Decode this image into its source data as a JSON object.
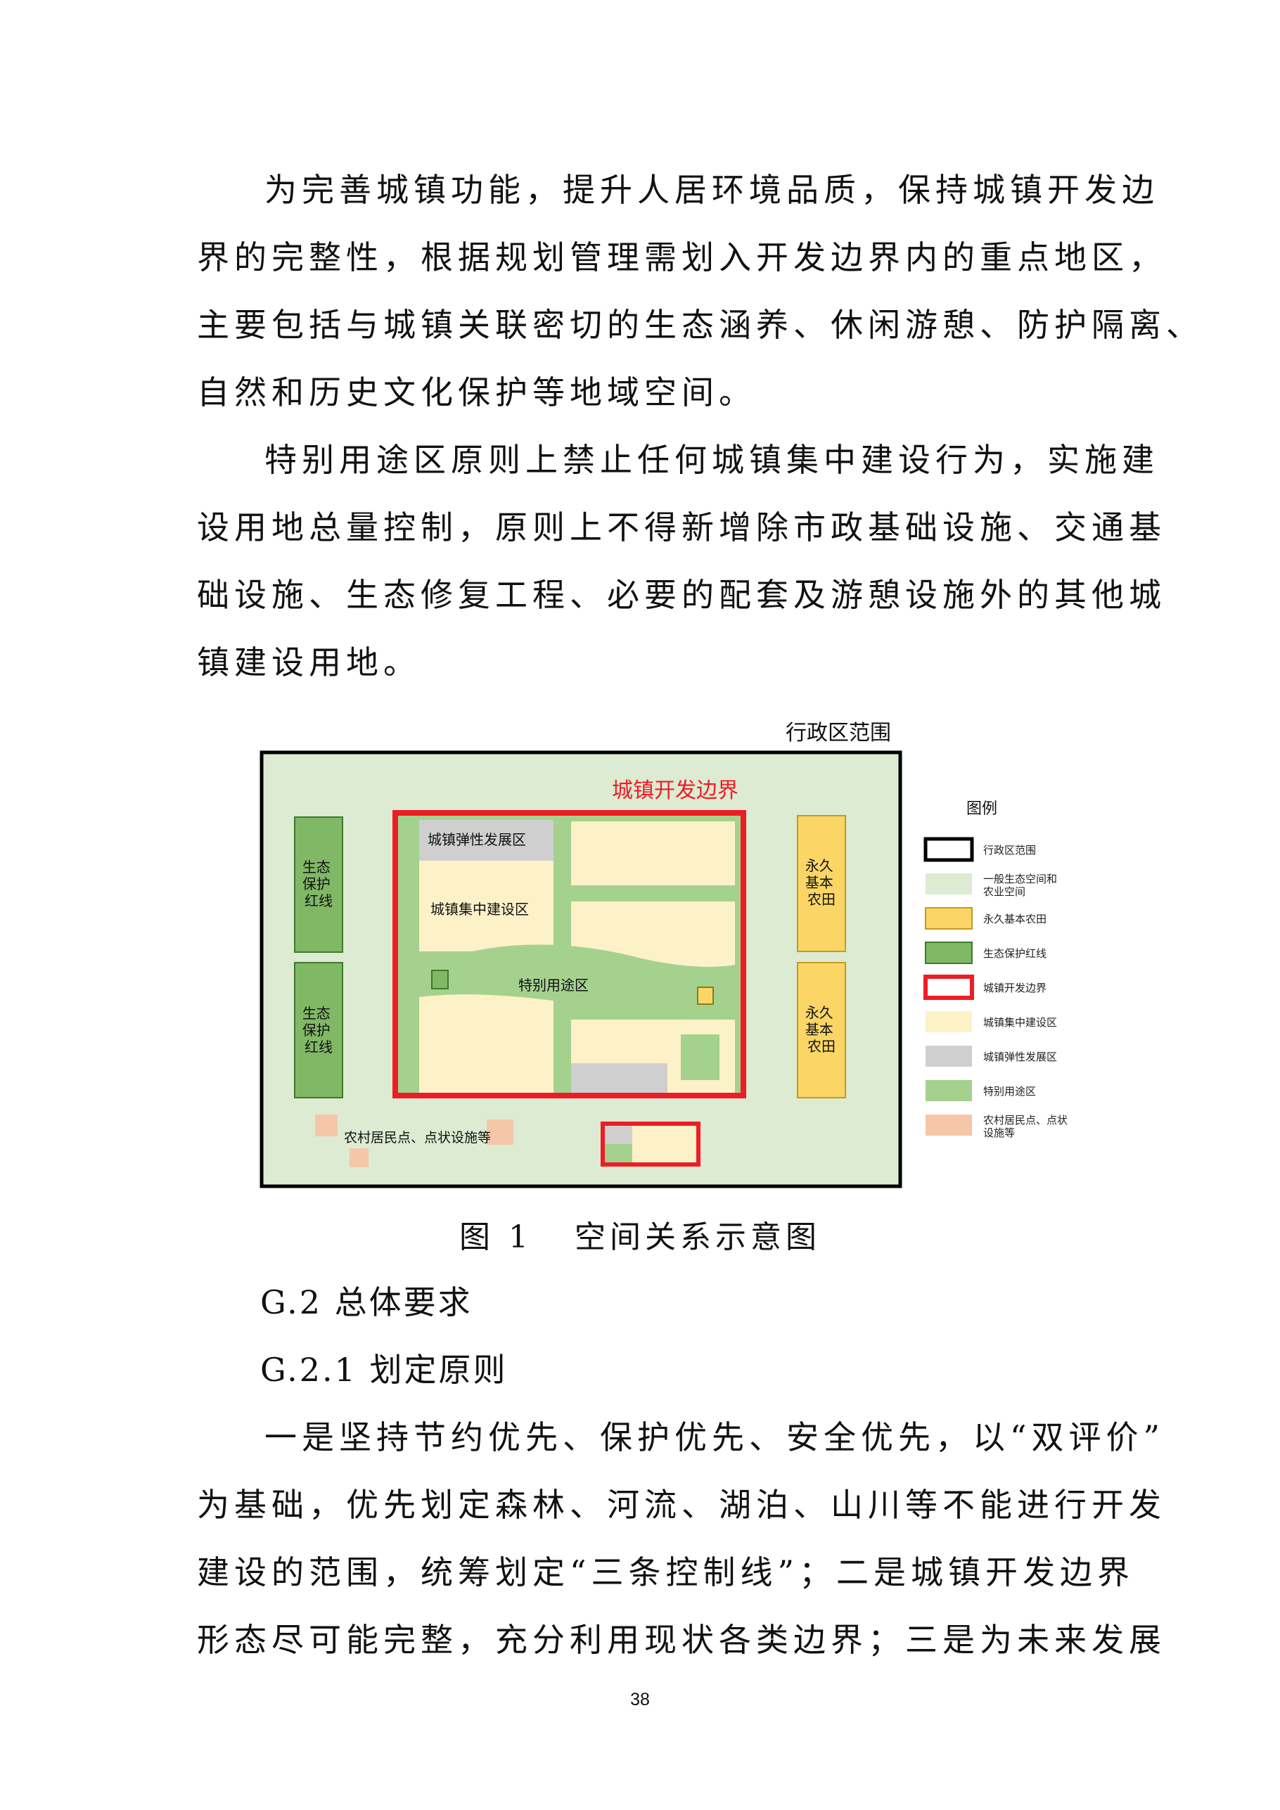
{
  "intro_paragraph": {
    "lines": [
      "为完善城镇功能，提升人居环境品质，保持城镇开发边",
      "界的完整性，根据规划管理需划入开发边界内的重点地区，",
      "主要包括与城镇关联密切的生态涵养、休闲游憩、防护隔离、",
      "自然和历史文化保护等地域空间。"
    ]
  },
  "special_zone_paragraph": {
    "lines": [
      "特别用途区原则上禁止任何城镇集中建设行为，实施建",
      "设用地总量控制，原则上不得新增除市政基础设施、交通基",
      "础设施、生态修复工程、必要的配套及游憩设施外的其他城",
      "镇建设用地。"
    ]
  },
  "diagram": {
    "admin_boundary_label": "行政区范围",
    "dev_boundary_label": "城镇开发边界",
    "flexible_zone_label": "城镇弹性发展区",
    "concentrated_zone_label": "城镇集中建设区",
    "special_use_label": "特别用途区",
    "eco_redline_label": [
      "生态",
      "保护",
      "红线"
    ],
    "farmland_label": [
      "永久",
      "基本",
      "农田"
    ],
    "rural_label": "农村居民点、点状设施等",
    "colors": {
      "general_eco": "#dcebd2",
      "farmland": "#fbd666",
      "eco_redline": "#80b866",
      "dev_boundary": "#ee1c25",
      "concentrated": "#fdf1c8",
      "flexible": "#cfcfcf",
      "special_use": "#a5d18e",
      "rural": "#f6c6a8"
    },
    "legend": {
      "title": "图例",
      "items": [
        {
          "label": "行政区范围"
        },
        {
          "label": "一般生态空间和",
          "label2": "农业空间"
        },
        {
          "label": "永久基本农田"
        },
        {
          "label": "生态保护红线"
        },
        {
          "label": "城镇开发边界"
        },
        {
          "label": "城镇集中建设区"
        },
        {
          "label": "城镇弹性发展区"
        },
        {
          "label": "特别用途区"
        },
        {
          "label": "农村居民点、点状",
          "label2": "设施等"
        }
      ]
    }
  },
  "figure_caption": {
    "number": "图 1",
    "title": "空间关系示意图"
  },
  "section_g2": "G.2 总体要求",
  "section_g21": "G.2.1 划定原则",
  "principles_paragraph": {
    "lines": [
      "一是坚持节约优先、保护优先、安全优先，以“双评价”",
      "为基础，优先划定森林、河流、湖泊、山川等不能进行开发",
      "建设的范围，统筹划定“三条控制线”；二是城镇开发边界",
      "形态尽可能完整，充分利用现状各类边界；三是为未来发展"
    ]
  },
  "page_number": "38"
}
